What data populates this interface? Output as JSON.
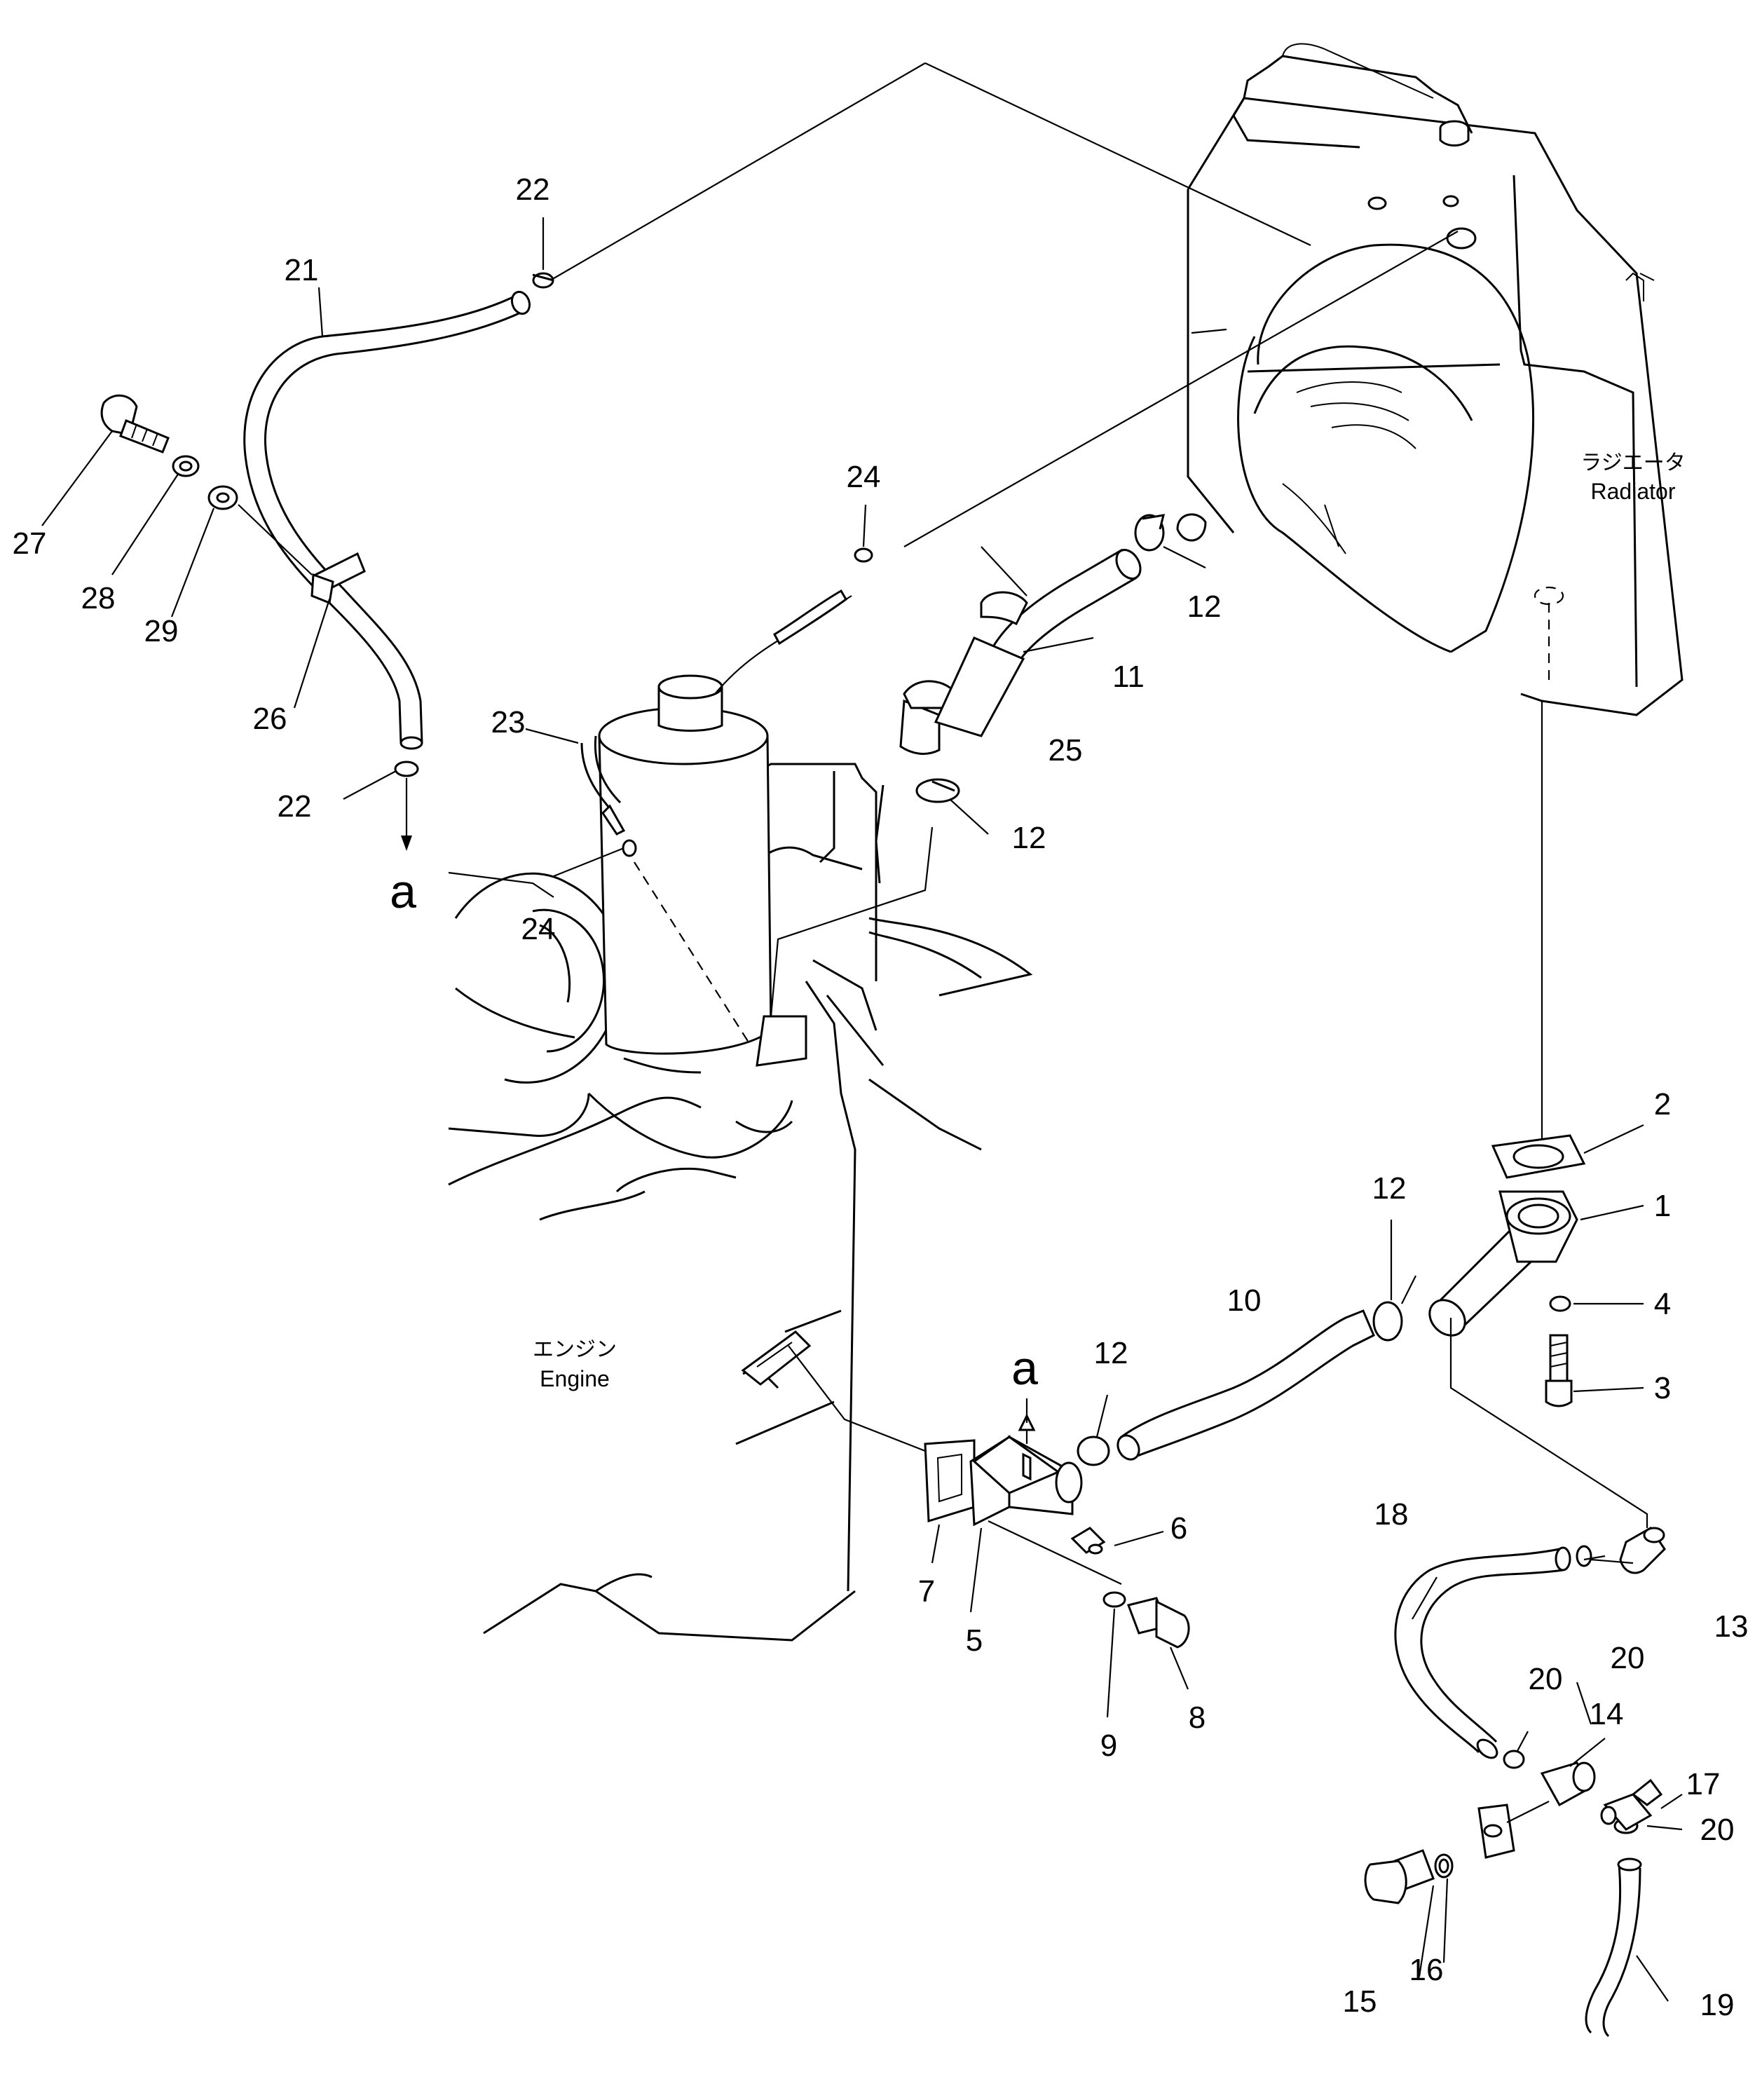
{
  "labels": {
    "radiator_jp": "ラジエータ",
    "radiator_en": "Radiator",
    "engine_jp": "エンジン",
    "engine_en": "Engine"
  },
  "refs": {
    "a_top": "a",
    "a_bottom": "a"
  },
  "callouts": {
    "c1": "1",
    "c2": "2",
    "c3": "3",
    "c4": "4",
    "c5": "5",
    "c6": "6",
    "c7": "7",
    "c8": "8",
    "c9": "9",
    "c10": "10",
    "c11": "11",
    "c12a": "12",
    "c12b": "12",
    "c12c": "12",
    "c12d": "12",
    "c13": "13",
    "c14": "14",
    "c15": "15",
    "c16": "16",
    "c17": "17",
    "c18": "18",
    "c19": "19",
    "c20a": "20",
    "c20b": "20",
    "c20c": "20",
    "c21": "21",
    "c22a": "22",
    "c22b": "22",
    "c23": "23",
    "c24a": "24",
    "c24b": "24",
    "c25": "25",
    "c26": "26",
    "c27": "27",
    "c28": "28",
    "c29": "29"
  }
}
